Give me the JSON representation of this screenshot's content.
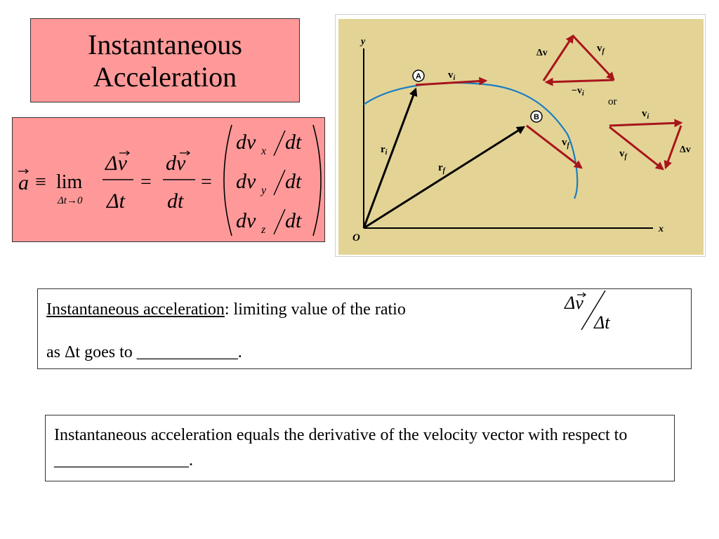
{
  "slide": {
    "title_line1": "Instantaneous",
    "title_line2": "Acceleration"
  },
  "equation": {
    "lhs": "a",
    "equiv": "≡",
    "lim": "lim",
    "lim_sub": "Δt→0",
    "frac1_num": "Δv",
    "frac1_den": "Δt",
    "eq1": "=",
    "frac2_num": "dv",
    "frac2_den": "dt",
    "eq2": "=",
    "row_x_a": "dv",
    "row_x_sub": "x",
    "row_x_b": "dt",
    "row_y_a": "dv",
    "row_y_sub": "y",
    "row_y_b": "dt",
    "row_z_a": "dv",
    "row_z_sub": "z",
    "row_z_b": "dt"
  },
  "diagram": {
    "y_axis": "y",
    "x_axis": "x",
    "origin": "O",
    "point_a": "A",
    "point_b": "B",
    "vi_label": "v",
    "vi_sub": "i",
    "vf_label": "v",
    "vf_sub": "f",
    "ri_label": "r",
    "ri_sub": "i",
    "rf_label": "r",
    "rf_sub": "f",
    "t1_dv": "Δv",
    "t1_vf": "v",
    "t1_vf_sub": "f",
    "t1_neg_vi": "−v",
    "t1_neg_vi_sub": "i",
    "or_text": "or",
    "t2_vi": "v",
    "t2_vi_sub": "i",
    "t2_vf": "v",
    "t2_vf_sub": "f",
    "t2_dv": "Δv",
    "colors": {
      "panel": "#e3d496",
      "curve": "#1a7dc4",
      "vector": "#a8151b",
      "black": "#000000"
    }
  },
  "definition": {
    "term": "Instantaneous acceleration",
    "rest": ": limiting value of the ratio",
    "frac_num": "Δv",
    "frac_den": "Δt",
    "line2": "as Δt goes to ____________."
  },
  "derivative": {
    "text": "Instantaneous acceleration equals the derivative of the velocity vector with respect to ________________."
  }
}
